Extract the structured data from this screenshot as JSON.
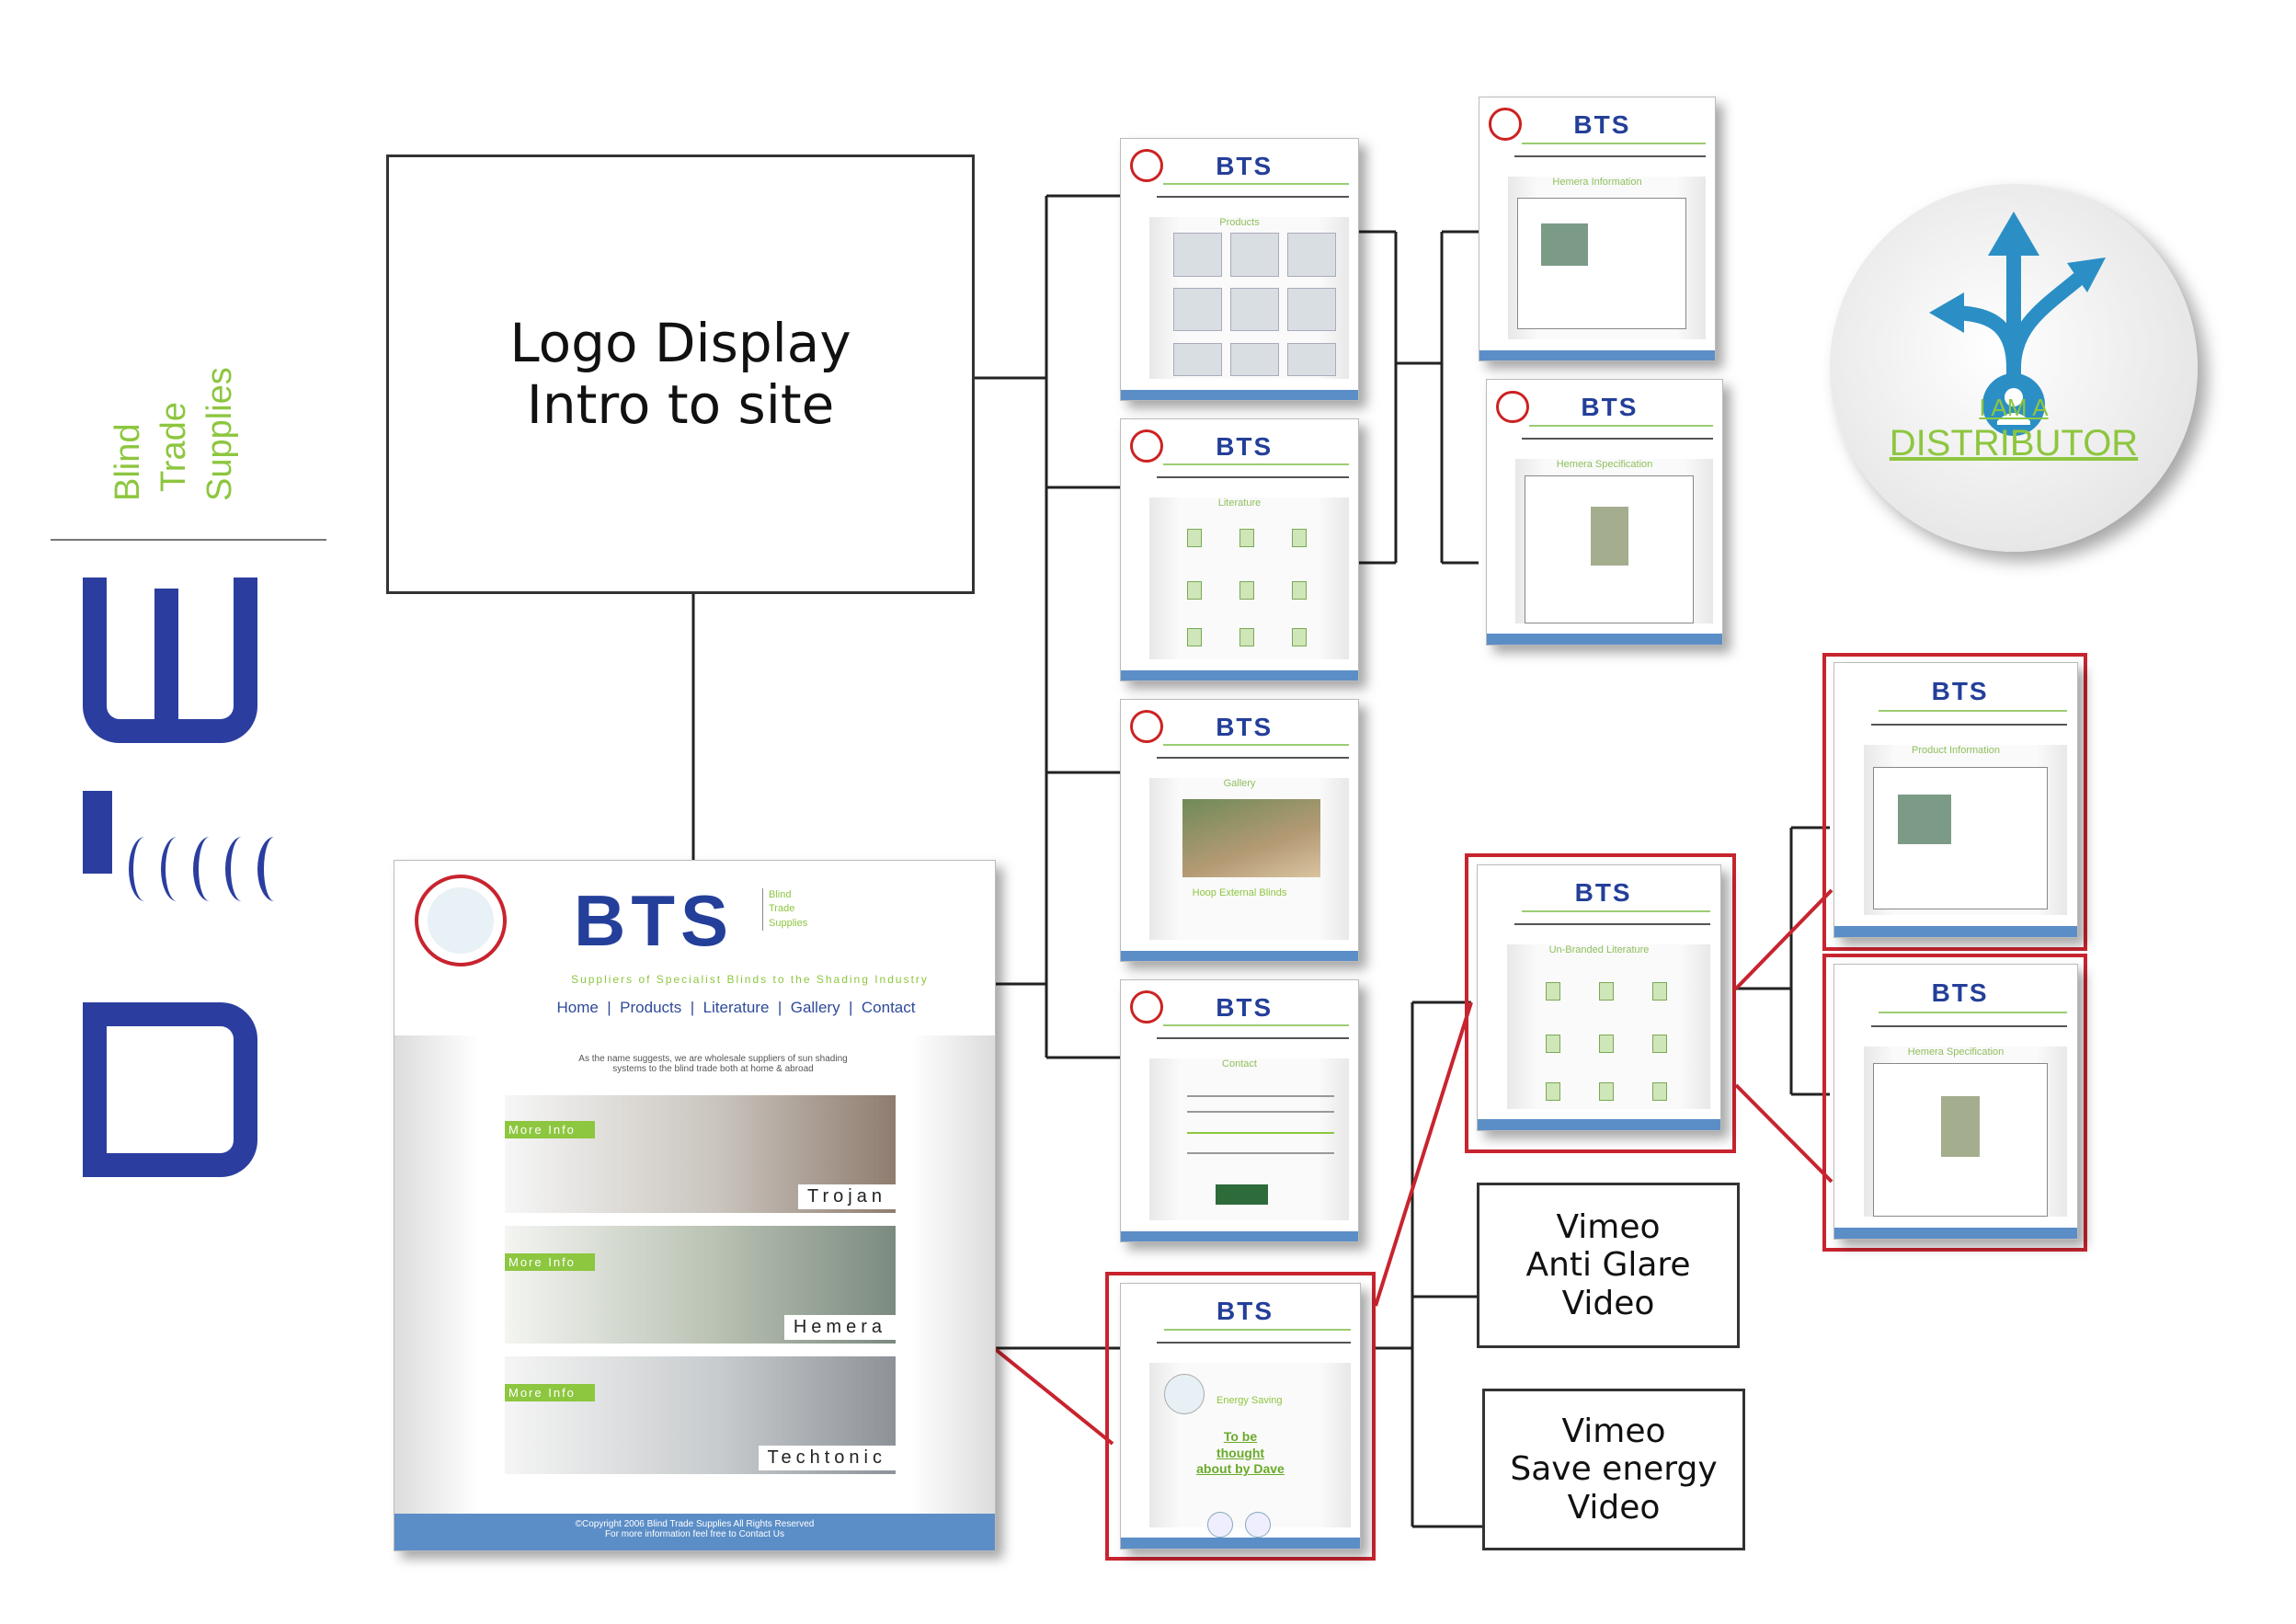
{
  "brand": {
    "vertical_words": [
      "Blind",
      "Trade",
      "Supplies"
    ],
    "big_letters": "BTS",
    "colors": {
      "green": "#8dc63f",
      "blue": "#2b3ea0",
      "red": "#c8242f",
      "accent": "#2b8fc6"
    }
  },
  "main_box": {
    "line1": "Logo Display",
    "line2": "Intro to site"
  },
  "homepage": {
    "logo": "BTS",
    "logo_side": [
      "Blind",
      "Trade",
      "Supplies"
    ],
    "tagline": "Suppliers of Specialist Blinds to the Shading Industry",
    "nav": [
      "Home",
      "Products",
      "Literature",
      "Gallery",
      "Contact"
    ],
    "intro_line1": "As the name suggests, we are wholesale suppliers of sun shading",
    "intro_line2": "systems to the blind trade both at home & abroad",
    "panels": [
      {
        "more": "More Info",
        "name": "Trojan"
      },
      {
        "more": "More Info",
        "name": "Hemera"
      },
      {
        "more": "More Info",
        "name": "Techtonic"
      }
    ],
    "footer_line1": "©Copyright 2006 Blind Trade Supplies All Rights Reserved",
    "footer_line2": "For more information feel free to Contact Us"
  },
  "pages": {
    "products": "Products",
    "literature": "Literature",
    "gallery": "Gallery",
    "gallery_caption": "Hoop External Blinds",
    "contact": "Contact",
    "hemera_info": "Hemera Information",
    "hemera_spec": "Hemera Specification",
    "unbranded_lit": "Un-Branded Literature",
    "product_info": "Product Information",
    "distributor_page": {
      "sub": "Energy Saving",
      "line1": "To be",
      "line2": "thought",
      "line3": "about by Dave"
    }
  },
  "vimeo1": {
    "line1": "Vimeo",
    "line2": "Anti Glare",
    "line3": "Video"
  },
  "vimeo2": {
    "line1": "Vimeo",
    "line2": "Save energy",
    "line3": "Video"
  },
  "distributor": {
    "line1": "I AM A",
    "line2": "DISTRIBUTOR",
    "icon": "distributor-arrows-icon"
  }
}
